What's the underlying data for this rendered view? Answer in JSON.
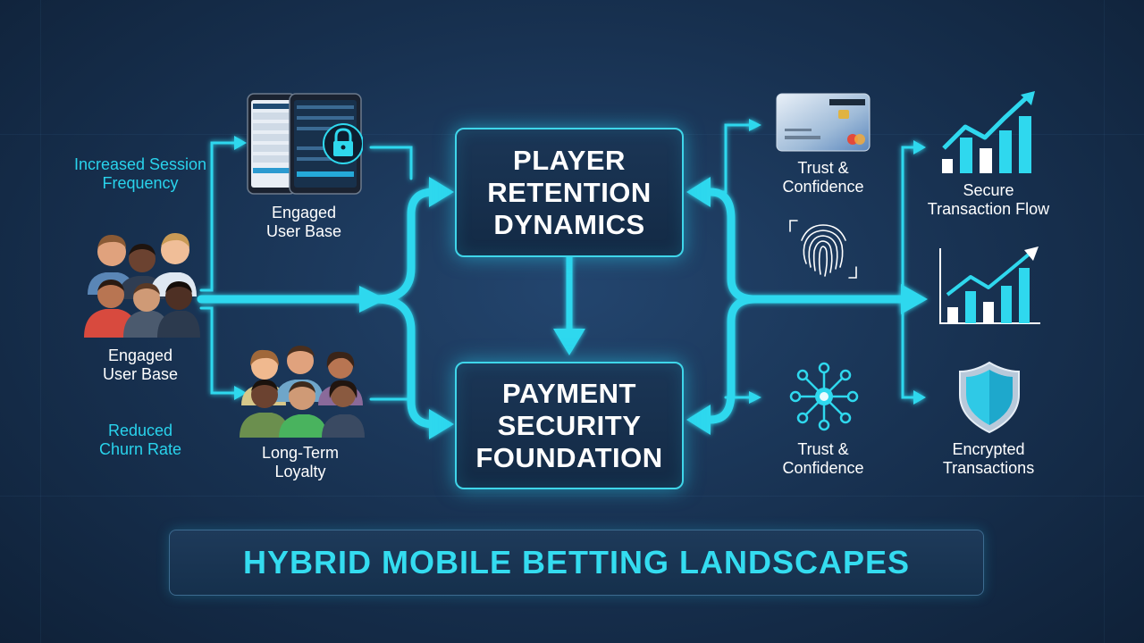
{
  "center": {
    "top_box": [
      "PLAYER",
      "RETENTION",
      "DYNAMICS"
    ],
    "bottom_box": [
      "PAYMENT",
      "SECURITY",
      "FOUNDATION"
    ]
  },
  "left": {
    "session_frequency": [
      "Increased Session",
      "Frequency"
    ],
    "user_base_main": [
      "Engaged",
      "User Base"
    ],
    "churn": [
      "Reduced",
      "Churn Rate"
    ],
    "phone_user_base": [
      "Engaged",
      "User Base"
    ],
    "loyalty": [
      "Long-Term",
      "Loyalty"
    ]
  },
  "right": {
    "card_trust": [
      "Trust &",
      "Confidence"
    ],
    "network_trust": [
      "Trust &",
      "Confidence"
    ],
    "secure_flow": [
      "Secure",
      "Transaction Flow"
    ],
    "encrypted": [
      "Encrypted",
      "Transactions"
    ]
  },
  "banner": "HYBRID MOBILE BETTING LANDSCAPES",
  "icons": [
    "people-group-icon",
    "smartphones-lock-icon",
    "people-crowd-icon",
    "credit-card-icon",
    "fingerprint-icon",
    "network-hub-icon",
    "growth-chart-icon",
    "growth-chart-icon",
    "shield-icon"
  ],
  "colors": {
    "accent": "#29d3ec",
    "background": "#17304f",
    "text": "#ffffff"
  }
}
